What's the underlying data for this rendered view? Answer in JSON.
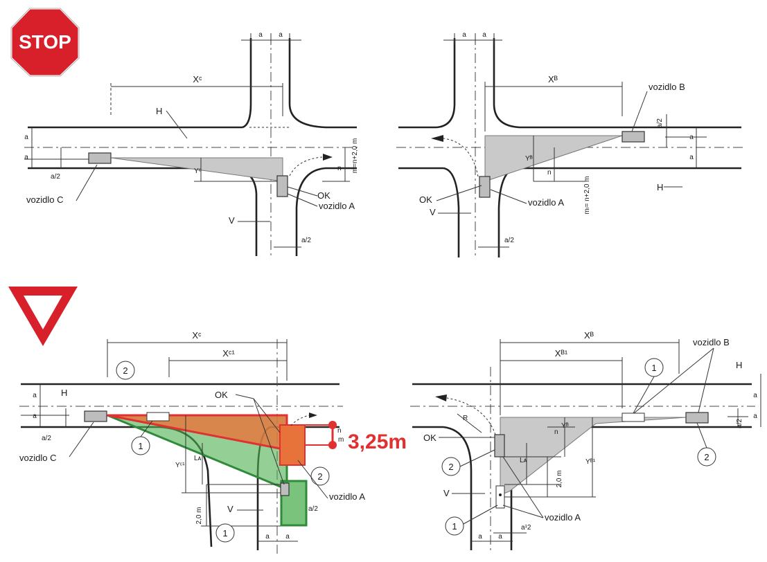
{
  "signs": {
    "stop": {
      "text": "STOP",
      "color": "#d8202a"
    },
    "yield": {
      "color": "#d8202a"
    }
  },
  "labels": {
    "H": "H",
    "V": "V",
    "a": "a",
    "a_half": "a/2",
    "a_half_alt": "a¹2",
    "n": "n",
    "m": "m",
    "R": "R",
    "OK": "OK",
    "vozidlo_a": "vozidlo A",
    "vozidlo_b": "vozidlo B",
    "vozidlo_c": "vozidlo C",
    "x_c": "Xᶜ",
    "x_b": "Xᴮ",
    "x_c1": "Xᶜ¹",
    "x_b1": "Xᴮ¹",
    "y_c": "Yᶜ",
    "y_b": "Yᴮ",
    "y_c1": "Yᶜ¹",
    "y_b1": "Yᴮ¹",
    "l_a": "Lᴀ",
    "m_eq": "m=n+2,0 m",
    "m_eq_alt": "mₗ= n+2,0 m",
    "two_m": "2,0 m",
    "one": "1",
    "two": "2"
  },
  "annotation": {
    "text": "3,25m",
    "color": "#e03030"
  },
  "colors": {
    "orange_area": "#e8733a",
    "green_area": "#4caf50",
    "gray_area": "#c9c9c9",
    "red_line": "#e03030"
  }
}
